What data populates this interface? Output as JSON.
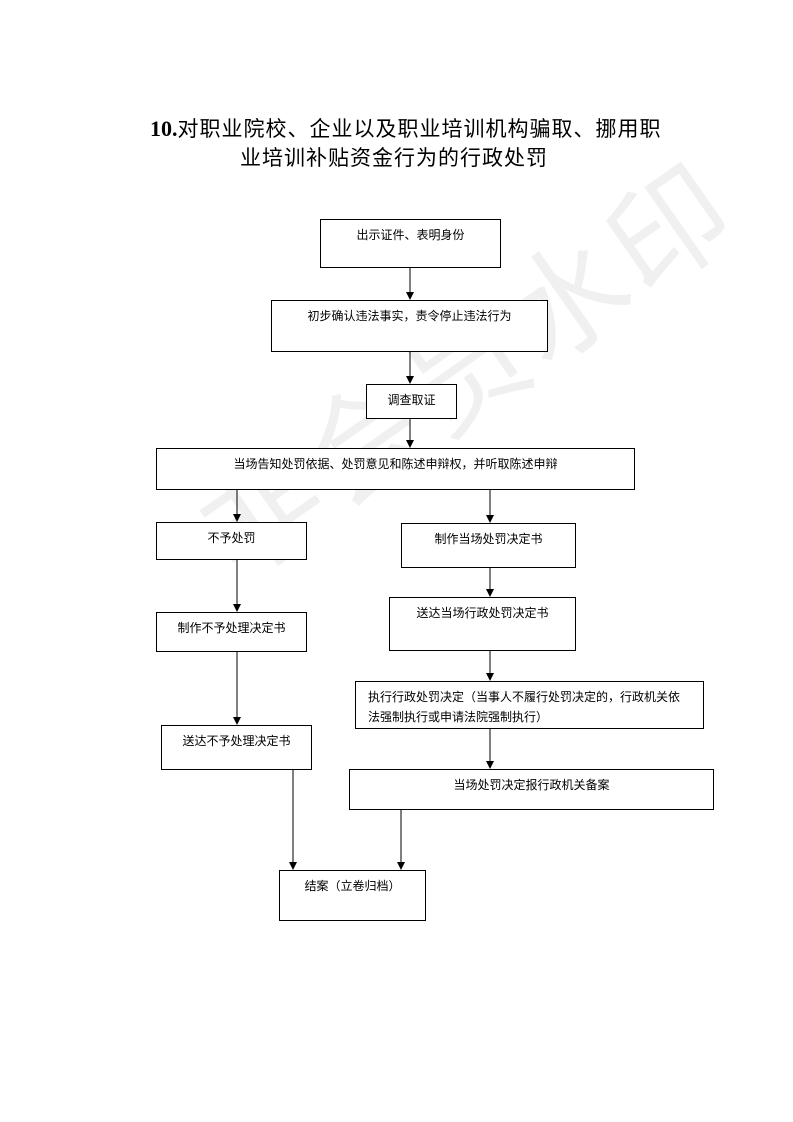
{
  "title": {
    "number": "10.",
    "line1": "对职业院校、企业以及职业培训机构骗取、挪用职",
    "line2": "业培训补贴资金行为的行政处罚"
  },
  "watermark": "非会员水印",
  "steps": {
    "s1": "出示证件、表明身份",
    "s2": "初步确认违法事实，责令停止违法行为",
    "s3": "调查取证",
    "s4": "当场告知处罚依据、处罚意见和陈述申辩权，并听取陈述申辩",
    "l1": "不予处罚",
    "l2": "制作不予处理决定书",
    "l3": "送达不予处理决定书",
    "r1": "制作当场处罚决定书",
    "r2": "送达当场行政处罚决定书",
    "r3": "执行行政处罚决定（当事人不履行处罚决定的，行政机关依法强制执行或申请法院强制执行）",
    "r4": "当场处罚决定报行政机关备案",
    "end": "结案（立卷归档）"
  }
}
